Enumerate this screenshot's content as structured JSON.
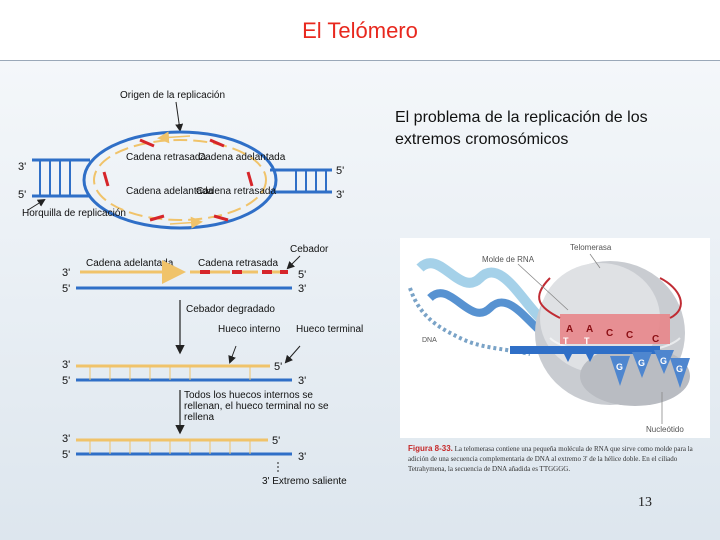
{
  "title": "El Telómero",
  "heading": "El problema de la replicación de los extremos cromosómicos",
  "page_number": "13",
  "left_diagram": {
    "origin_label": "Origen de la replicación",
    "top_left_3": "3'",
    "top_left_5": "5'",
    "right_5": "5'",
    "right_3": "3'",
    "lagging_top": "Cadena retrasada",
    "leading_top": "Cadena adelantada",
    "leading_bottom": "Cadena adelantada",
    "lagging_bottom": "Cadena retrasada",
    "fork_label": "Horquilla de replicación",
    "primer_label": "Cebador",
    "leading_strand": "Cadena adelantada",
    "lagging_strand": "Cadena retrasada",
    "s1_3": "3'",
    "s1_5": "5'",
    "s1_r5": "5'",
    "s1_r3": "3'",
    "degraded_primer": "Cebador degradado",
    "internal_gap": "Hueco interno",
    "terminal_gap": "Hueco terminal",
    "s2_3": "3'",
    "s2_5": "5'",
    "s2_r5": "5'",
    "s2_r3": "3'",
    "fill_note": "Todos los huecos internos se rellenan, el hueco terminal no se rellena",
    "s3_3": "3'",
    "s3_5": "5'",
    "s3_r5": "5'",
    "s3_r3": "3'",
    "overhang": "3' Extremo saliente"
  },
  "right_figure": {
    "telomerase": "Telomerasa",
    "rna_template": "Molde de RNA",
    "dna": "DNA",
    "nucleotide": "Nucleótido",
    "rna_bases": [
      "A",
      "A",
      "C",
      "C",
      "C"
    ],
    "dna_bases": [
      "T",
      "T"
    ],
    "new_bases": [
      "G",
      "G",
      "G",
      "G"
    ],
    "caption_fig": "Figura 8-33.",
    "caption_text": "La telomerasa contiene una pequeña molécula de RNA que sirve como molde para la adición de una secuencia complementaria de DNA al extremo 3' de la hélice doble. En el ciliado Tetrahymena, la secuencia de DNA añadida es TTGGGG."
  },
  "colors": {
    "title": "#e8281e",
    "strand_blue": "#2f6fc7",
    "strand_yellow": "#f0c36a",
    "primer_red": "#d6252a",
    "protein_grey": "#c9ccd1",
    "rna_pink": "#e8868a"
  }
}
